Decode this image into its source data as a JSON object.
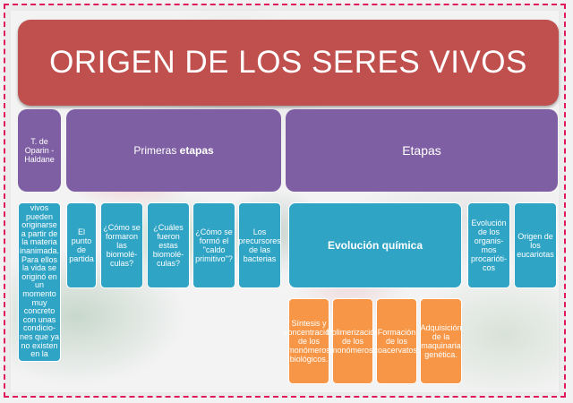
{
  "title": "ORIGEN DE LOS SERES VIVOS",
  "theory": {
    "label": "T. de Oparin - Haldane",
    "text": "vivos pueden originarse a partir de la materia inanimada. Para ellos la vida se originó en un momento muy concreto con unas condicio-nes que ya no existen en la"
  },
  "primeras": {
    "label_prefix": "Primeras ",
    "label_bold": "etapas",
    "items": [
      "El punto de partida",
      "¿Cómo se formaron las biomolé-culas?",
      "¿Cuáles fueron estas biomolé-culas?",
      "¿Cómo se formó el \"caldo primitivo\"?",
      "Los precursores de las bacterias"
    ]
  },
  "etapas": {
    "label": "Etapas",
    "evolucion_quimica": "Evolución química",
    "quimica_items": [
      "Síntesis y concentración de los monómeros biológicos.",
      "Polimerización de los monómeros.",
      "Formación de los coacervatos.",
      "Adquisición de la maquinaria genética."
    ],
    "side_items": [
      "Evolución de los organis-mos procarióti-cos",
      "Origen de los eucariotas"
    ]
  },
  "colors": {
    "title": "#c0504d",
    "purple": "#7f5fa3",
    "teal": "#2fa4c5",
    "orange": "#f79646",
    "border": "#e0195a"
  }
}
